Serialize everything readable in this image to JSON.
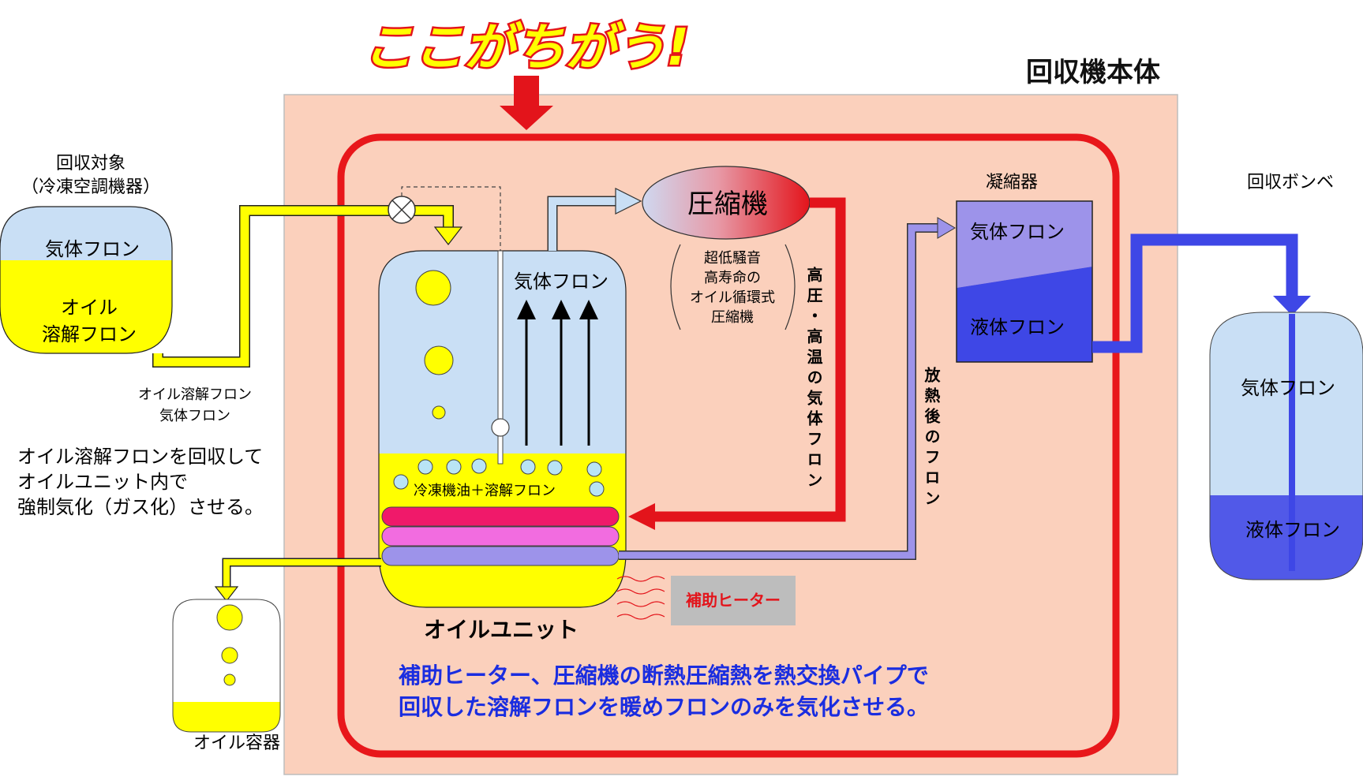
{
  "headline": "ここがちがう!",
  "main_unit_label": "回収機本体",
  "source": {
    "title_line1": "回収対象",
    "title_line2": "（冷凍空調機器）",
    "gas_label": "気体フロン",
    "oil_label_line1": "オイル",
    "oil_label_line2": "溶解フロン"
  },
  "pipe_label_line1": "オイル溶解フロン",
  "pipe_label_line2": "気体フロン",
  "left_note_line1": "オイル溶解フロンを回収して",
  "left_note_line2": "オイルユニット内で",
  "left_note_line3": "強制気化（ガス化）させる。",
  "oil_unit": {
    "gas_label": "気体フロン",
    "liquid_label": "冷凍機油＋溶解フロン",
    "name": "オイルユニット"
  },
  "compressor": {
    "name": "圧縮機",
    "desc_line1": "超低騒音",
    "desc_line2": "高寿命の",
    "desc_line3": "オイル循環式",
    "desc_line4": "圧縮機"
  },
  "hot_gas_label": "高圧・高温の気体フロン",
  "cooled_label": "放熱後のフロン",
  "condenser": {
    "title": "凝縮器",
    "gas_label": "気体フロン",
    "liquid_label": "液体フロン"
  },
  "cylinder": {
    "title": "回収ボンベ",
    "gas_label": "気体フロン",
    "liquid_label": "液体フロン"
  },
  "heater_label": "補助ヒーター",
  "oil_container_label": "オイル容器",
  "bottom_note_line1": "補助ヒーター、圧縮機の断熱圧縮熱を熱交換パイプで",
  "bottom_note_line2": "回収した溶解フロンを暖めフロンのみを気化させる。",
  "colors": {
    "body_bg": "#fbd0bc",
    "red_frame": "#e8171b",
    "yellow": "#ffff00",
    "gas_blue": "#c9dff5",
    "liquid_blue": "#3e47e6",
    "lavender": "#9d93ea",
    "pink_red": "#f0196a",
    "pink": "#f26ce0",
    "note_blue": "#1a2de0",
    "heater_gray": "#bdbdbd"
  }
}
